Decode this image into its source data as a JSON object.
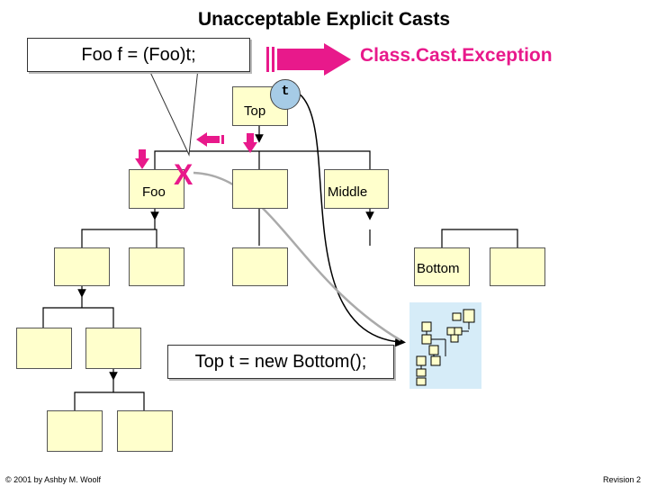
{
  "title": "Unacceptable Explicit Casts",
  "callout_code": "Foo f = (Foo)t;",
  "exception_label": "Class.Cast.Exception",
  "nodes": {
    "top": "Top",
    "foo": "Foo",
    "middle": "Middle",
    "bottom": "Bottom"
  },
  "reference_variable": "t",
  "failed_cast_marker": "X",
  "assignment_code": "Top t = new Bottom();",
  "footer": {
    "copyright": "© 2001 by Ashby M. Woolf",
    "revision": "Revision 2"
  },
  "colors": {
    "box_fill": "#ffffcc",
    "accent": "#e8198b",
    "variable_circle": "#a6cbe6",
    "object_panel": "#d6ecf8"
  },
  "icons": [
    "down-arrow-icon",
    "left-arrow-icon",
    "right-arrow-icon",
    "object-diagram-icon"
  ]
}
